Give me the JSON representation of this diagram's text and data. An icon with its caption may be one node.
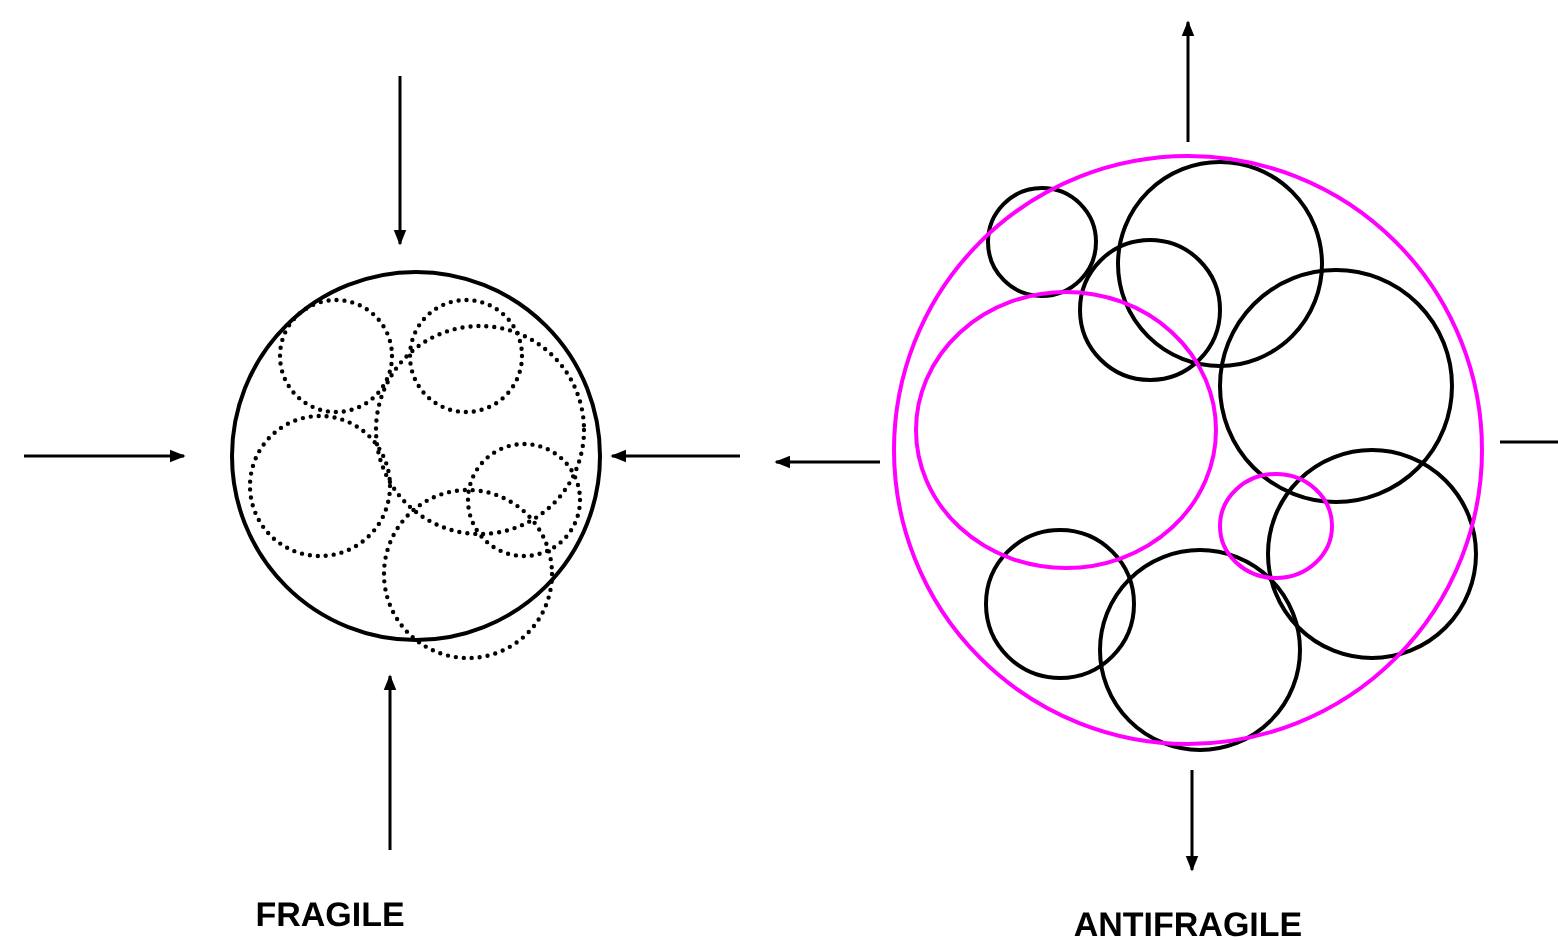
{
  "diagram": {
    "nodes": [
      {
        "text": [],
        "shape": "circle"
      },
      {
        "text": [],
        "shape": "circle"
      }
    ],
    "labels": [
      "FRAGILE",
      "ANTIFRAGILE"
    ],
    "edges": [
      {
        "from": null,
        "to": 0,
        "arrow": "to"
      },
      {
        "from": null,
        "to": 0,
        "arrow": "to"
      },
      {
        "from": null,
        "to": 0,
        "arrow": "to"
      },
      {
        "from": null,
        "to": 0,
        "arrow": "to"
      },
      {
        "from": 1,
        "to": null,
        "arrow": "to"
      },
      {
        "from": 1,
        "to": null,
        "arrow": "to"
      },
      {
        "from": 1,
        "to": null,
        "arrow": "none"
      },
      {
        "from": 1,
        "to": null,
        "arrow": "to"
      }
    ]
  }
}
